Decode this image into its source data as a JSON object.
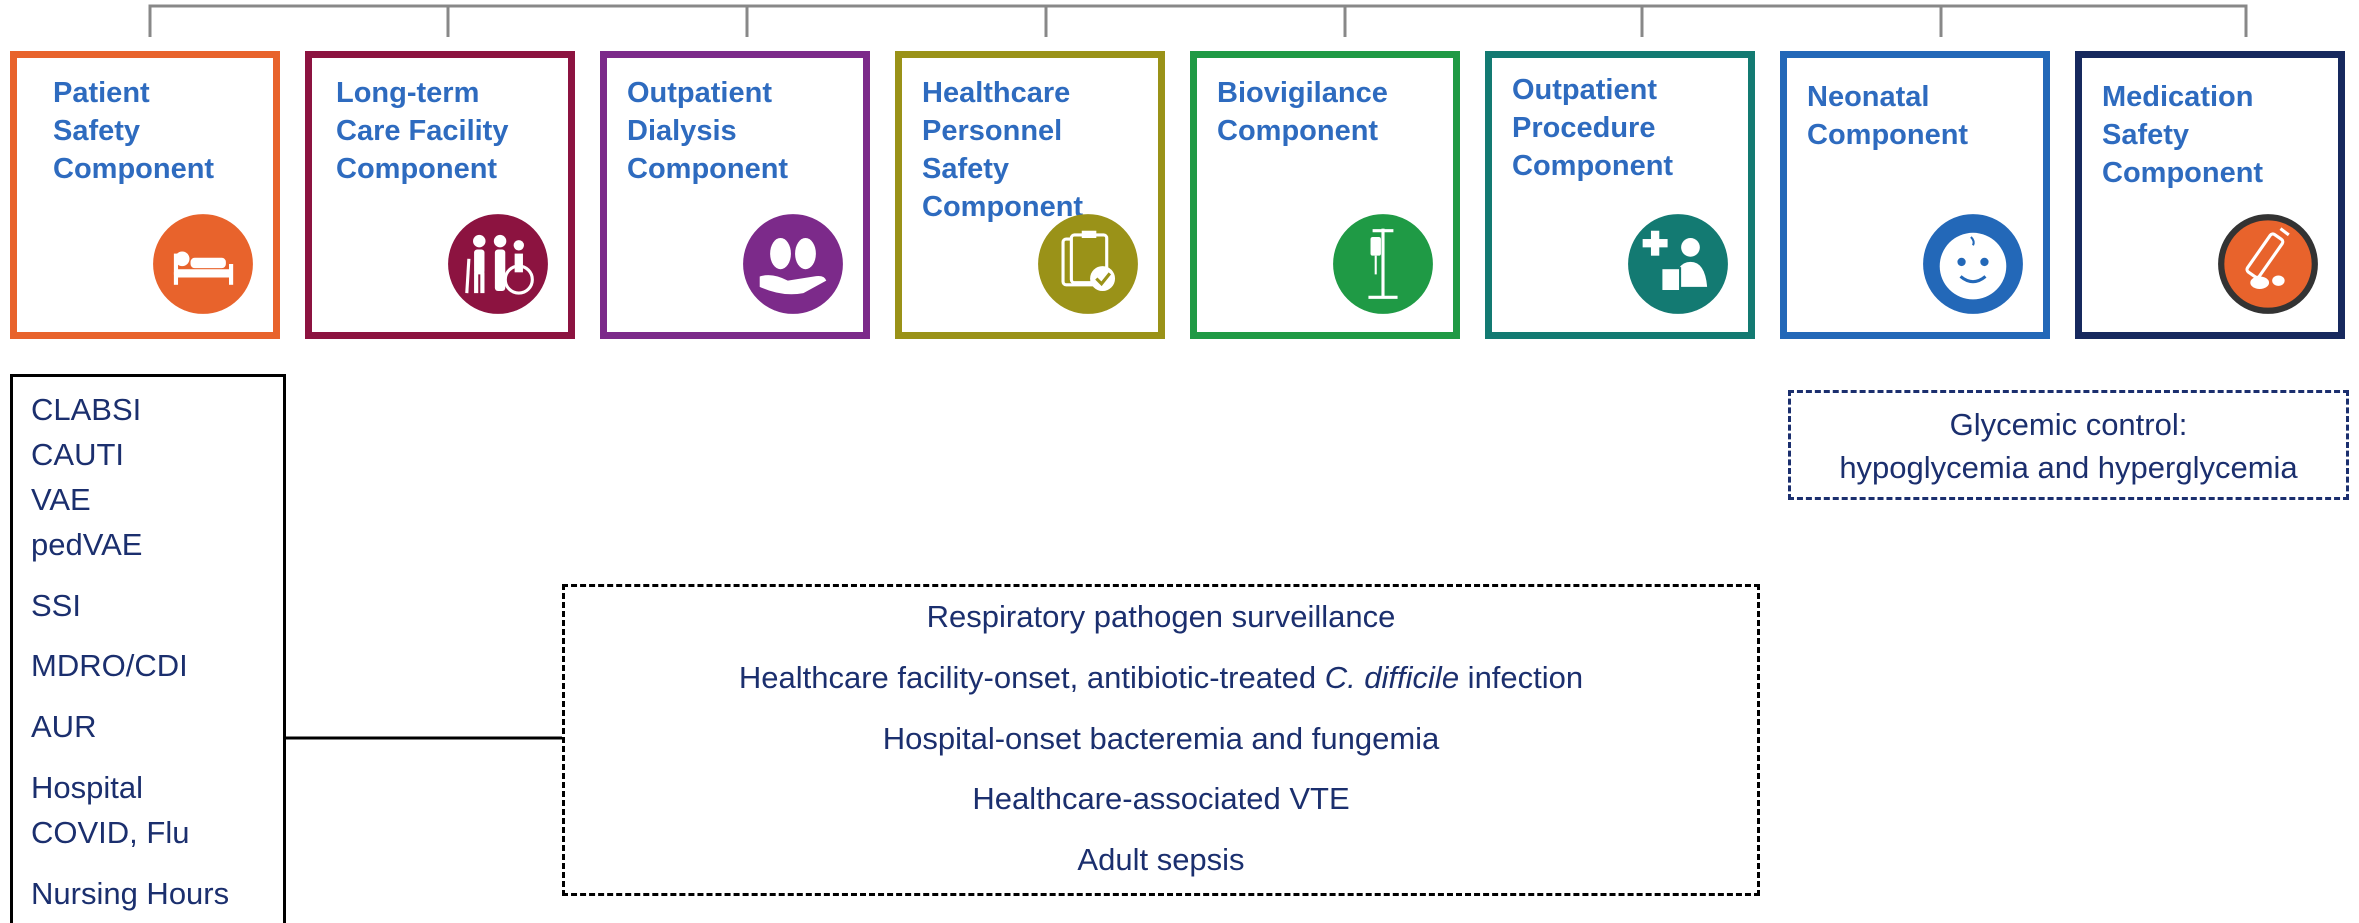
{
  "components": [
    {
      "id": "patient-safety",
      "lines": [
        "Patient",
        "Safety",
        "Component"
      ],
      "color": "#e8632c",
      "icon": "patient-bed-icon"
    },
    {
      "id": "ltcf",
      "lines": [
        "Long-term",
        "Care Facility",
        "Component"
      ],
      "color": "#8c1340",
      "icon": "elderly-wheelchair-icon"
    },
    {
      "id": "outpatient-dialysis",
      "lines": [
        "Outpatient",
        "Dialysis",
        "Component"
      ],
      "color": "#7c2a8a",
      "icon": "kidney-hand-icon"
    },
    {
      "id": "hps",
      "lines": [
        "Healthcare",
        "Personnel",
        "Safety",
        "Component"
      ],
      "color": "#9a9218",
      "icon": "clipboard-check-icon"
    },
    {
      "id": "biovigilance",
      "lines": [
        "Biovigilance",
        "Component"
      ],
      "color": "#1f9a45",
      "icon": "iv-stand-icon"
    },
    {
      "id": "outpatient-procedure",
      "lines": [
        "Outpatient",
        "Procedure",
        "Component"
      ],
      "color": "#137a72",
      "icon": "medical-cross-person-icon"
    },
    {
      "id": "neonatal",
      "lines": [
        "Neonatal",
        "Component"
      ],
      "color": "#2368b8",
      "icon": "baby-face-icon"
    },
    {
      "id": "medication-safety",
      "lines": [
        "Medication",
        "Safety",
        "Component"
      ],
      "color": "#17295e",
      "icon": "syringe-pill-icon"
    }
  ],
  "patient_safety_metrics": [
    "CLABSI",
    "CAUTI",
    "VAE",
    "pedVAE",
    "SSI",
    "MDRO/CDI",
    "AUR",
    "Hospital",
    "COVID, Flu",
    "Nursing Hours"
  ],
  "shared_modules": {
    "respiratory": "Respiratory pathogen surveillance",
    "cdiff_before": "Healthcare facility-onset, antibiotic-treated ",
    "cdiff_italic": "C. difficile",
    "cdiff_after": " infection",
    "bacteremia": "Hospital-onset bacteremia and fungemia",
    "vte": "Healthcare-associated VTE",
    "sepsis": "Adult sepsis"
  },
  "glycemic": {
    "line1": "Glycemic control:",
    "line2": "hypoglycemia and hyperglycemia"
  }
}
